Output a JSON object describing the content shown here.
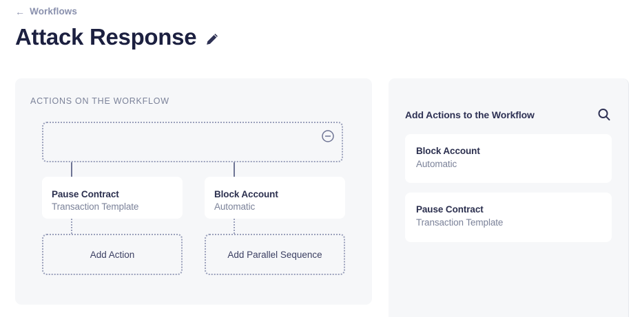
{
  "header": {
    "breadcrumb_label": "Workflows",
    "breadcrumb_icon": "arrow-left-icon",
    "title": "Attack Response",
    "edit_icon": "pencil-icon"
  },
  "left_panel": {
    "label": "ACTIONS ON THE WORKFLOW",
    "trigger": {
      "remove_icon": "minus-circle-icon",
      "text": ""
    },
    "branches": [
      {
        "card": {
          "title": "Pause Contract",
          "subtitle": "Transaction Template"
        },
        "add_label": "Add Action"
      },
      {
        "card": {
          "title": "Block Account",
          "subtitle": "Automatic"
        },
        "add_label": "Add Parallel Sequence"
      }
    ]
  },
  "right_panel": {
    "title": "Add Actions to the Workflow",
    "search_icon": "search-icon",
    "items": [
      {
        "title": "Block Account",
        "subtitle": "Automatic"
      },
      {
        "title": "Pause Contract",
        "subtitle": "Transaction Template"
      }
    ]
  },
  "colors": {
    "panel_background": "#f6f7f9",
    "card_background": "#ffffff",
    "title_text": "#1c2040",
    "muted_text": "#7b8299",
    "connector": "#6e7494",
    "dotted_border": "#9aa0bb"
  }
}
